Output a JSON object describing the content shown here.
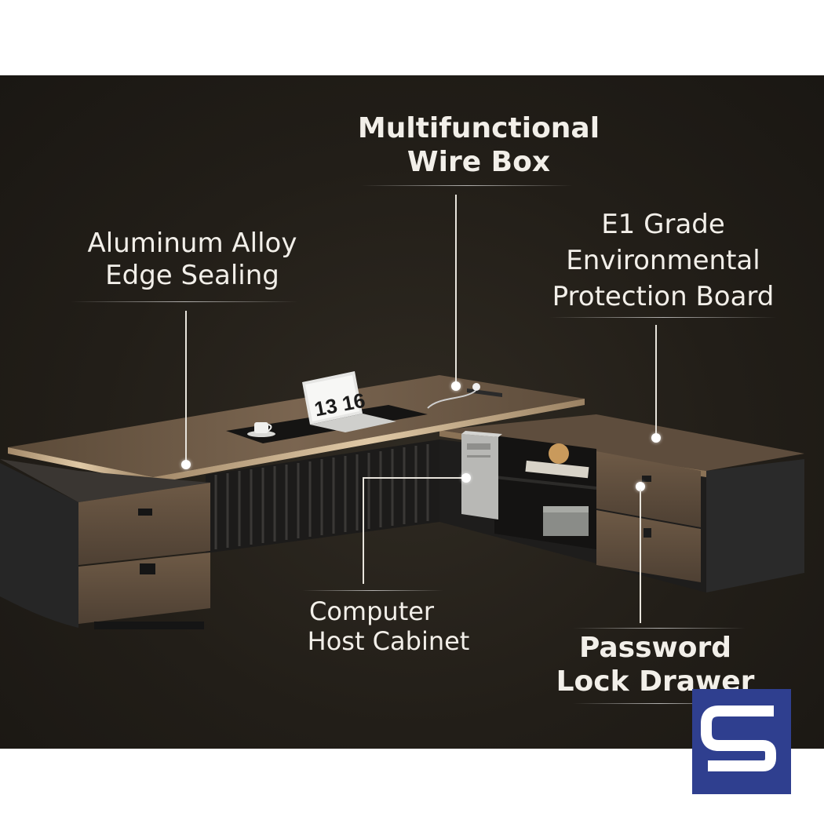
{
  "callouts": {
    "wire_box": {
      "line1": "Multifunctional",
      "line2": "Wire Box"
    },
    "edge_sealing": {
      "line1": "Aluminum Alloy",
      "line2": "Edge Sealing"
    },
    "board": {
      "line1": "E1 Grade",
      "line2": "Environmental",
      "line3": "Protection Board"
    },
    "host_cabinet": {
      "line1": "Computer",
      "line2": "Host Cabinet"
    },
    "lock_drawer": {
      "line1": "Password",
      "line2": "Lock Drawer"
    }
  },
  "laptop": {
    "clock_text": "13 16"
  },
  "colors": {
    "background": "#221e18",
    "desktop_wood": "#6e5a45",
    "cabinet_dark": "#2b2b2b",
    "logo_blue": "#2f3f8f",
    "label_text": "#f2efe9"
  },
  "logo": {
    "icon": "s-brand-logo"
  }
}
